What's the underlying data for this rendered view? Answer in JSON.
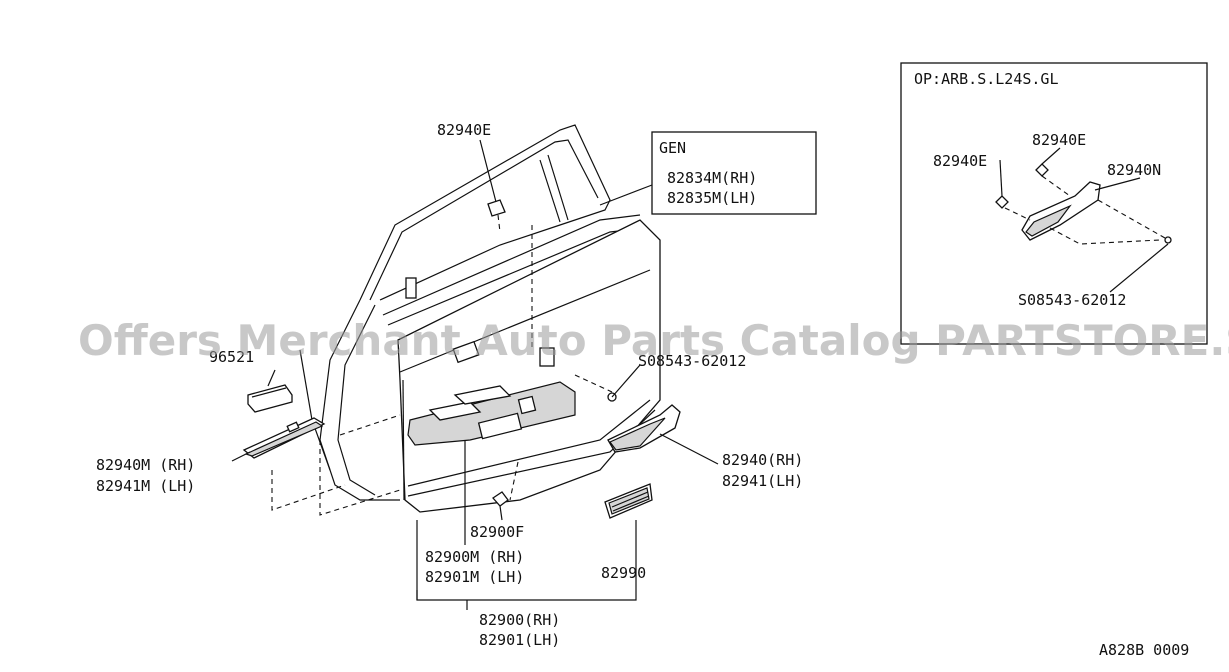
{
  "watermark": "Offers Merchant Auto Parts Catalog PARTSTORE.SA",
  "figure_code": "A828B 0009",
  "inset": {
    "title": "OP:ARB.S.L24S.GL",
    "labels": [
      "82940E",
      "82940E",
      "82940N",
      "S08543-62012"
    ]
  },
  "gen_box": {
    "title": "GEN",
    "lines": [
      "82834M(RH)",
      "82835M(LH)"
    ]
  },
  "callouts": {
    "clip_top": "82940E",
    "screw": "S08543-62012",
    "part_96521": "96521",
    "finisher_rh": "82940M (RH)",
    "finisher_lh": "82941M (LH)",
    "armrest_rh": "82940(RH)",
    "armrest_lh": "82941(LH)",
    "clip_bottom": "82900F",
    "trim_rh": "82900M (RH)",
    "trim_lh": "82901M (LH)",
    "grille": "82990",
    "assy_rh": "82900(RH)",
    "assy_lh": "82901(LH)"
  }
}
